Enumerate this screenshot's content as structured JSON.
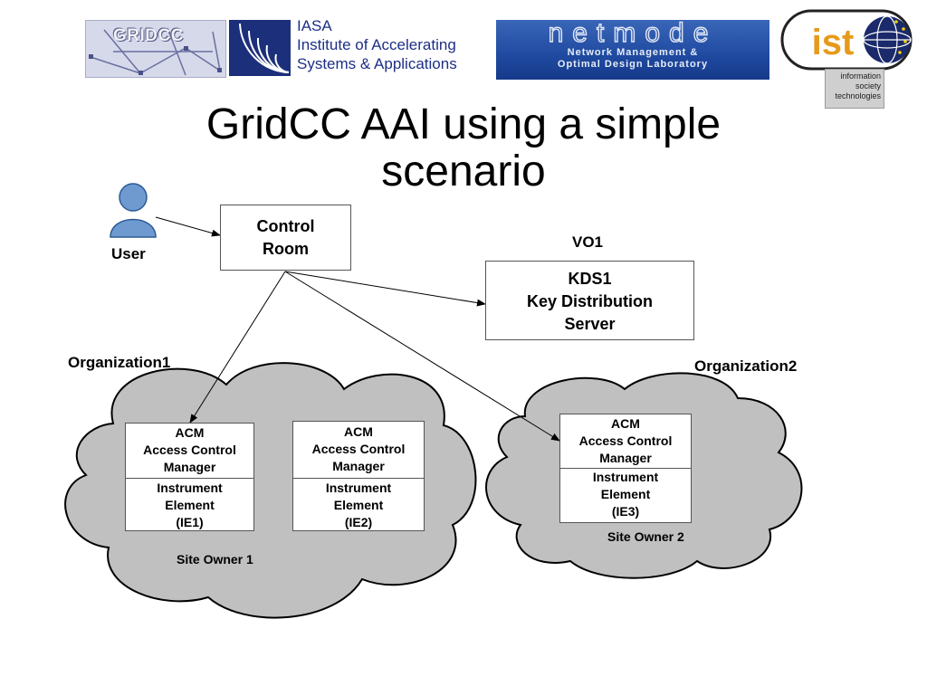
{
  "logos": {
    "gridcc": "GRIDCC",
    "iasa": [
      "IASA",
      "Institute of Accelerating",
      "Systems & Applications"
    ],
    "netmode_main": "netmode",
    "netmode_sub": [
      "Network Management &",
      "Optimal Design Laboratory"
    ],
    "ist_main": "ist",
    "ist_caption": [
      "information",
      "society",
      "technologies"
    ]
  },
  "title": [
    "GridCC AAI using a simple",
    "scenario"
  ],
  "user": {
    "label": "User"
  },
  "control_room": {
    "lines": [
      "Control",
      "Room"
    ]
  },
  "vo": {
    "label": "VO1"
  },
  "kds": {
    "lines": [
      "KDS1",
      "Key Distribution",
      "Server"
    ]
  },
  "organizations": [
    {
      "label": "Organization1",
      "site_owner": "Site Owner 1"
    },
    {
      "label": "Organization2",
      "site_owner": "Site Owner 2"
    }
  ],
  "elements": [
    {
      "acm": [
        "ACM",
        "Access Control",
        "Manager"
      ],
      "ie": [
        "Instrument",
        "Element",
        "(IE1)"
      ]
    },
    {
      "acm": [
        "ACM",
        "Access Control",
        "Manager"
      ],
      "ie": [
        "Instrument",
        "Element",
        "(IE2)"
      ]
    },
    {
      "acm": [
        "ACM",
        "Access Control",
        "Manager"
      ],
      "ie": [
        "Instrument",
        "Element",
        "(IE3)"
      ]
    }
  ],
  "colors": {
    "cloud_fill": "#c0c0c0",
    "cloud_stroke": "#000000",
    "user_icon": "#6f9ad0",
    "iasa_blue": "#1d2f86",
    "netmode_blue": "#1f4aa0"
  }
}
